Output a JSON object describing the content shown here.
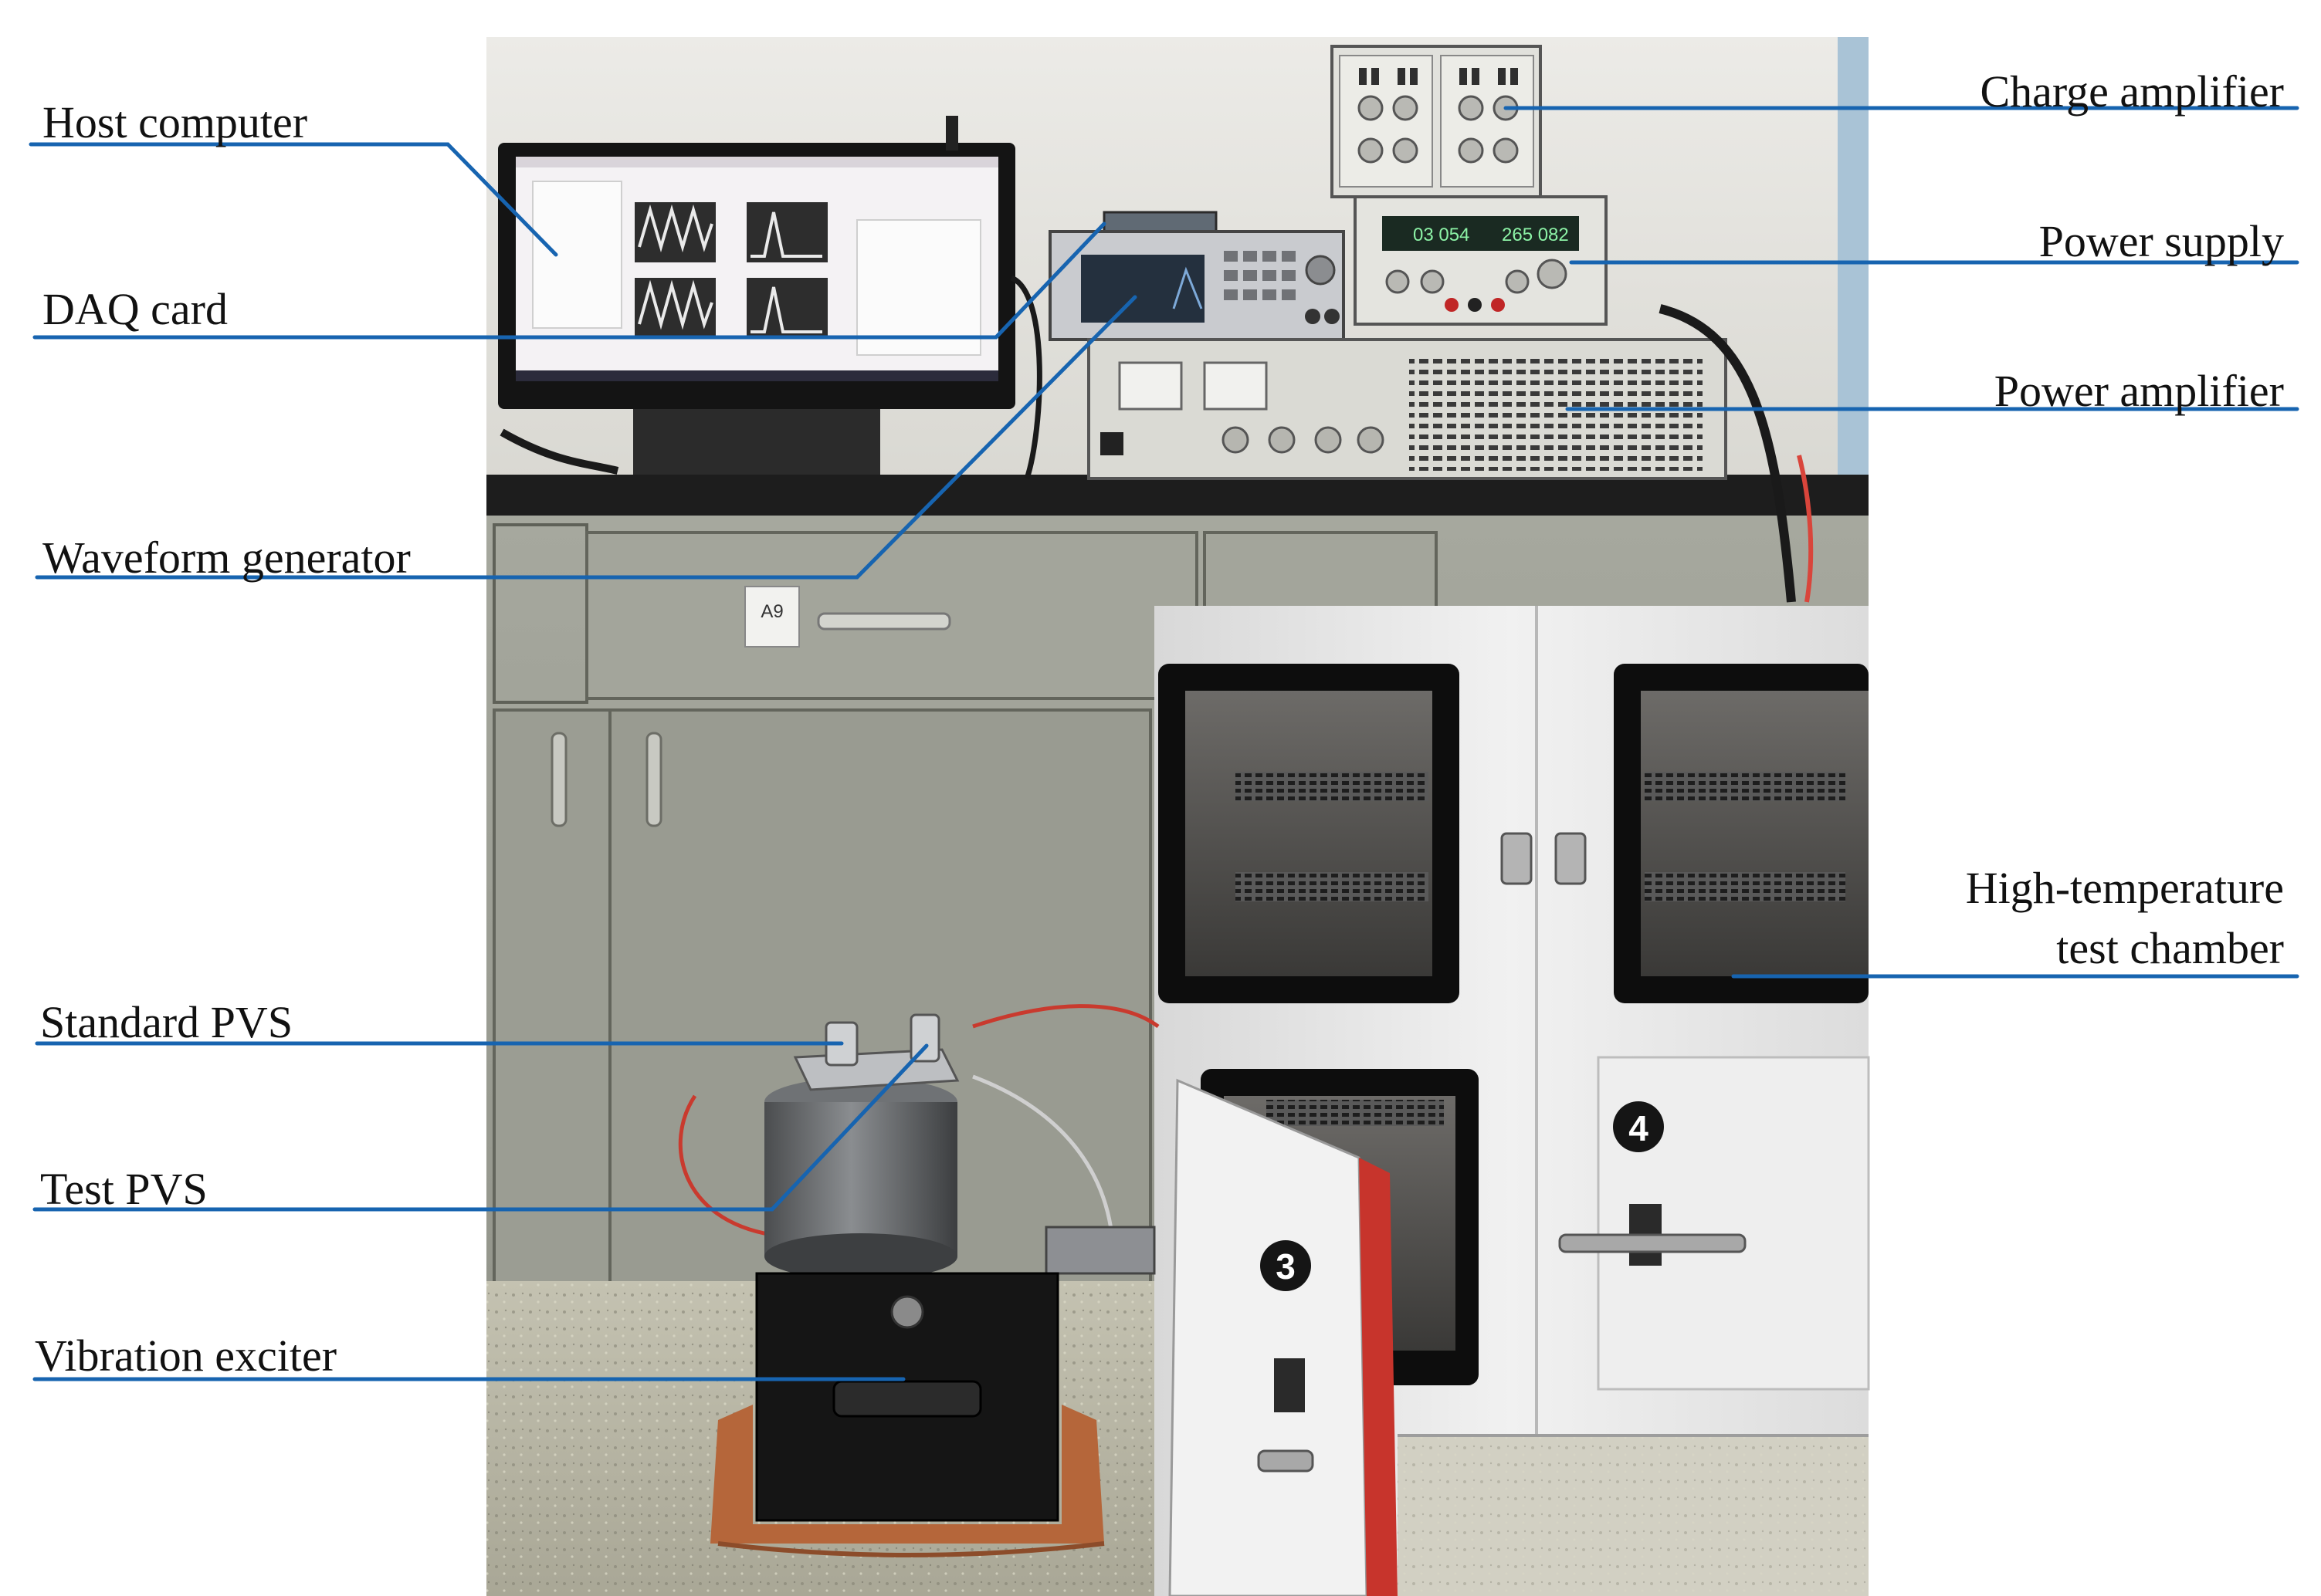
{
  "labels": {
    "host_computer": "Host computer",
    "daq_card": "DAQ card",
    "waveform_generator": "Waveform generator",
    "standard_pvs": "Standard PVS",
    "test_pvs": "Test PVS",
    "vibration_exciter": "Vibration exciter",
    "charge_amplifier": "Charge amplifier",
    "power_supply": "Power supply",
    "power_amplifier": "Power amplifier",
    "chamber_line1": "High-temperature",
    "chamber_line2": "test chamber"
  },
  "panel_markings": {
    "drawer_tag": "A9",
    "door_number_3": "3",
    "door_number_4": "4",
    "psu_display_left": "03 054",
    "psu_display_right": "265 082"
  },
  "colors": {
    "leader_line": "#1764b0",
    "wall": "#e6e6e1",
    "cabinet": "#9da095",
    "bench_top": "#1d1d1d",
    "floor": "#b9b7a8",
    "chamber_body": "#e9e9e9",
    "chamber_frame": "#111111"
  }
}
